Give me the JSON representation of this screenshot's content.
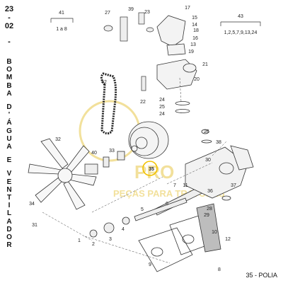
{
  "sidebar": {
    "code_top": "23",
    "code_sep": "-",
    "code_bottom": "02",
    "dash": "-",
    "title_words": [
      "BOMBA",
      "D'ÁGUA",
      "E",
      "VENTILADOR"
    ]
  },
  "header_groups": {
    "group41": {
      "number": "41",
      "range": "1 a 8"
    },
    "group43": {
      "number": "43",
      "list": "1,2,5,7,9,13,24"
    }
  },
  "callouts": [
    "27",
    "39",
    "23",
    "17",
    "19",
    "18",
    "16",
    "15",
    "14",
    "13",
    "21",
    "20",
    "42",
    "22",
    "24",
    "25",
    "24",
    "35",
    "33",
    "40",
    "32",
    "31",
    "34",
    "26",
    "38",
    "30",
    "37",
    "36",
    "28",
    "29",
    "12",
    "11",
    "10",
    "9",
    "1",
    "2",
    "3",
    "4",
    "5",
    "6",
    "7",
    "8"
  ],
  "highlighted_callout": "35",
  "watermark": {
    "line1": "PRO",
    "line2": "PEÇAS PARA TRATORES"
  },
  "caption": "35 - POLIA",
  "colors": {
    "highlight": "#f2c200",
    "watermark": "#e8c84a"
  }
}
